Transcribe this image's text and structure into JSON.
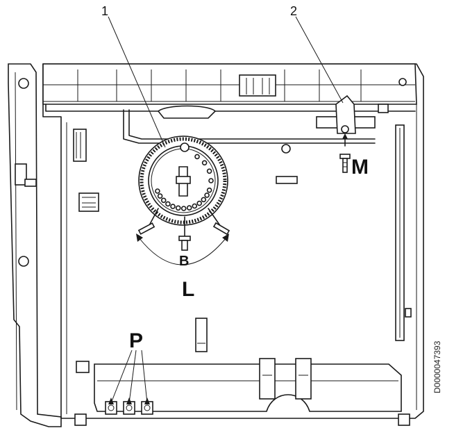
{
  "callouts": {
    "one": "1",
    "two": "2"
  },
  "labels": {
    "m": "M",
    "b": "B",
    "l": "L",
    "p": "P"
  },
  "document_id": "D0000047393"
}
